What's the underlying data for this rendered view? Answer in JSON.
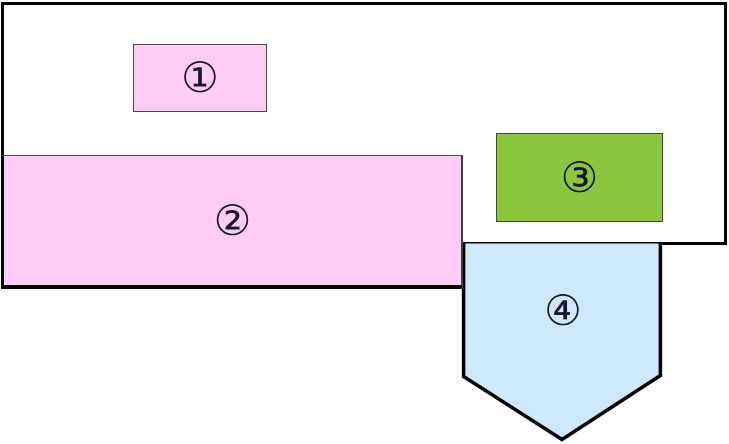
{
  "page": {
    "background": "#ffffff"
  },
  "diagram": {
    "frame": {
      "description": "outer container frame",
      "border_color": "#000000",
      "fill": "#ffffff"
    },
    "shapes": [
      {
        "id": "box-1",
        "label": "①",
        "type": "rectangle",
        "fill": "#ffccf5",
        "border_color": "#4e4450"
      },
      {
        "id": "box-2",
        "label": "②",
        "type": "rectangle",
        "fill": "#ffccf5",
        "border_color": "#000000"
      },
      {
        "id": "box-3",
        "label": "③",
        "type": "rectangle",
        "fill": "#8cc63f",
        "border_color": "#434b33"
      },
      {
        "id": "box-4",
        "label": "④",
        "type": "pentagon-point-down",
        "fill": "#cde9fb",
        "border_color": "#000000"
      }
    ],
    "label_color": "#16162e"
  }
}
